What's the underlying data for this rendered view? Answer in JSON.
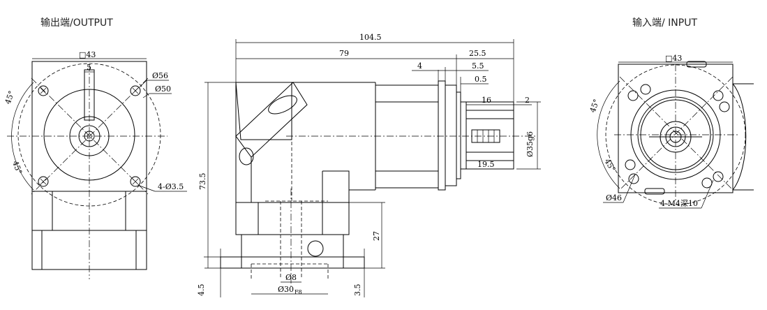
{
  "titles": {
    "output": "输出端/OUTPUT",
    "input": "输入端/ INPUT"
  },
  "output_view": {
    "square": "□43",
    "width": "5",
    "d56": "Ø56",
    "d50": "Ø50",
    "angle_top": "45°",
    "angle_bottom": "45°",
    "holes": "4-Ø3.5"
  },
  "side_view": {
    "total": "104.5",
    "body": "79",
    "shaft_len": "25.5",
    "d4": "4",
    "d55": "5.5",
    "d05": "0.5",
    "d16": "16",
    "d2": "2",
    "d195": "19.5",
    "shaft_dia": "Ø35g6",
    "height": "73.5",
    "d27": "27",
    "d45": "4.5",
    "d35": "3.5",
    "phi8": "Ø8",
    "phi30": "Ø30",
    "phi30_tol": "F8"
  },
  "input_view": {
    "square": "□43",
    "angle_top": "45°",
    "angle_bottom": "45°",
    "phi46": "Ø46",
    "threads": "4-M4深10"
  }
}
